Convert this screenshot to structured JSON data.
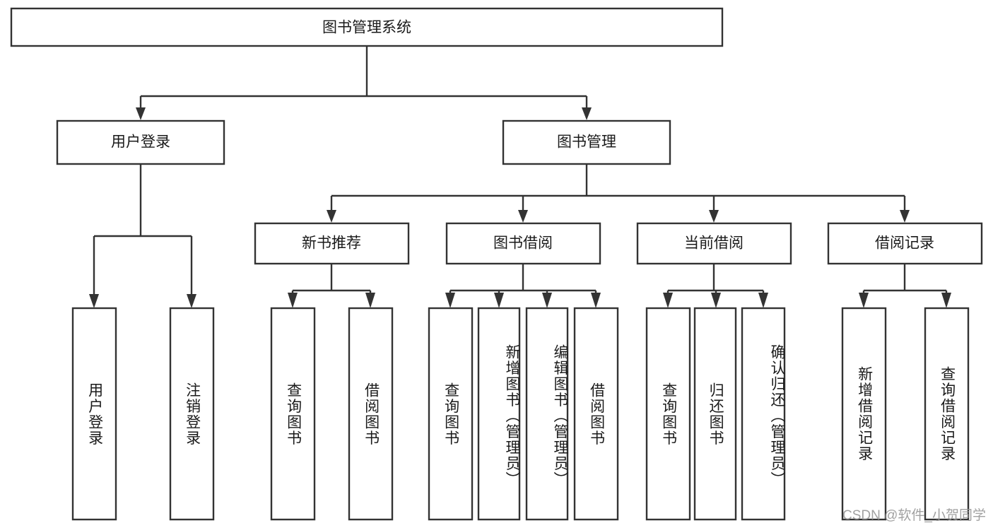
{
  "diagram": {
    "title": "图书管理系统",
    "type": "tree-hierarchy-chart",
    "colors": {
      "box_stroke": "#333333",
      "box_fill": "#ffffff",
      "text": "#1a1a1a",
      "background": "#ffffff",
      "watermark": "#9a9a9a"
    },
    "root": {
      "label": "图书管理系统"
    },
    "level2": [
      {
        "label": "用户登录"
      },
      {
        "label": "图书管理"
      }
    ],
    "level3": [
      {
        "label": "新书推荐"
      },
      {
        "label": "图书借阅"
      },
      {
        "label": "当前借阅"
      },
      {
        "label": "借阅记录"
      }
    ],
    "leaves": {
      "user_login": [
        {
          "label": "用户登录"
        },
        {
          "label": "注销登录"
        }
      ],
      "new_book_recommend": [
        {
          "label": "查询图书"
        },
        {
          "label": "借阅图书"
        }
      ],
      "book_borrow": [
        {
          "label": "查询图书"
        },
        {
          "label": "新增图书（管理员）"
        },
        {
          "label": "编辑图书（管理员）"
        },
        {
          "label": "借阅图书"
        }
      ],
      "current_borrow": [
        {
          "label": "查询图书"
        },
        {
          "label": "归还图书"
        },
        {
          "label": "确认归还（管理员）"
        }
      ],
      "borrow_record": [
        {
          "label": "新增借阅记录"
        },
        {
          "label": "查询借阅记录"
        }
      ]
    }
  },
  "watermark": {
    "text": "CSDN @软件_小贺同学"
  }
}
